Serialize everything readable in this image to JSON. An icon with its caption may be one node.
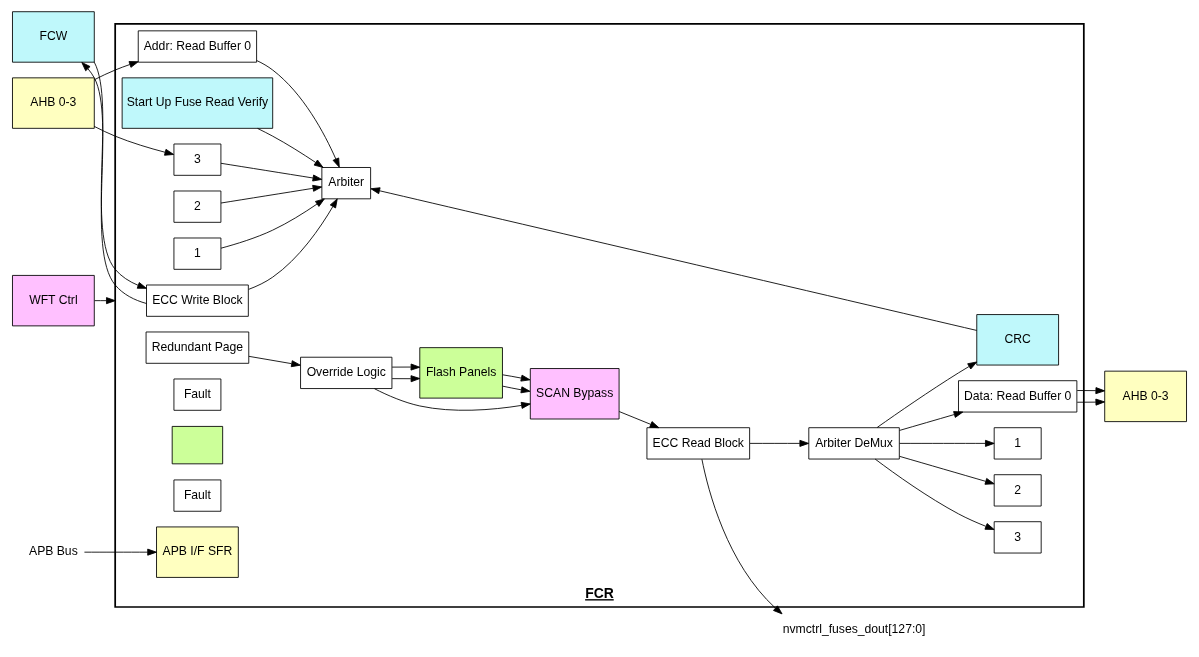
{
  "diagram": {
    "nodes": [
      {
        "text": [
          "FCR"
        ]
      },
      {
        "text": [
          "FCW"
        ]
      },
      {
        "text": [
          "ECC Write Block"
        ],
        "in": 0
      },
      {
        "text": [
          "Start Up Fuse Read Verify"
        ],
        "in": 0
      },
      {
        "text": [
          "AHB 0-3"
        ]
      },
      {
        "text": [
          "3"
        ],
        "in": 0
      },
      {
        "text": [
          "2"
        ],
        "in": 0
      },
      {
        "text": [
          "1"
        ],
        "in": 0
      },
      {
        "text": [
          "Addr: Read Buffer 0"
        ],
        "in": 0
      },
      {
        "text": [
          "Arbiter"
        ],
        "in": 0
      },
      {
        "text": [
          "Redundant Page"
        ],
        "in": 0
      },
      {
        "text": [
          "Fault"
        ],
        "in": 0
      },
      {
        "text": [
          "Override Logic"
        ],
        "in": 0
      },
      {
        "text": [
          "Flash Panels"
        ],
        "in": 0
      },
      {
        "text": [],
        "shape": "box",
        "in": 0
      },
      {
        "text": [
          "SCAN Bypass"
        ],
        "in": 0
      },
      {
        "text": [
          "ECC Read Block"
        ],
        "in": 0
      },
      {
        "text": [
          "Fault"
        ],
        "in": 0
      },
      {
        "text": [
          "Arbiter DeMux"
        ],
        "in": 0
      },
      {
        "text": [
          "3"
        ],
        "in": 0
      },
      {
        "text": [
          "2"
        ],
        "in": 0
      },
      {
        "text": [
          "1"
        ],
        "in": 0
      },
      {
        "text": [
          "Data: Read Buffer 0"
        ],
        "in": 0
      },
      {
        "text": [
          "CRC"
        ],
        "in": 0
      },
      {
        "text": [
          "WFT Ctrl"
        ]
      },
      {
        "text": [
          "APB Bus"
        ]
      },
      {
        "text": [
          "APB I/F SFR"
        ],
        "in": 0
      },
      {
        "text": [
          "AHB 0-3"
        ]
      },
      {
        "text": [
          "nvmctrl_fuses_dout[127:0]"
        ]
      }
    ],
    "edges": [
      {
        "from": 1,
        "to": 2,
        "arrow": "to"
      },
      {
        "from": 2,
        "to": 1,
        "arrow": "to"
      },
      {
        "from": 4,
        "to": 5,
        "arrow": "to"
      },
      {
        "from": 4,
        "to": 8,
        "arrow": "to"
      },
      {
        "from": 3,
        "to": 9,
        "arrow": "to"
      },
      {
        "from": 2,
        "to": 9,
        "arrow": "to"
      },
      {
        "from": 5,
        "to": 9,
        "arrow": "to"
      },
      {
        "from": 6,
        "to": 9,
        "arrow": "to"
      },
      {
        "from": 7,
        "to": 9,
        "arrow": "to"
      },
      {
        "from": 8,
        "to": 9,
        "arrow": "to"
      },
      {
        "from": 10,
        "to": 12,
        "arrow": "to"
      },
      {
        "from": 12,
        "to": 13,
        "arrow": "to"
      },
      {
        "from": 12,
        "to": 13,
        "arrow": "to"
      },
      {
        "from": 12,
        "to": 15,
        "arrow": "to"
      },
      {
        "from": 13,
        "to": 15,
        "arrow": "to"
      },
      {
        "from": 13,
        "to": 15,
        "arrow": "to"
      },
      {
        "from": 15,
        "to": 16,
        "arrow": "to"
      },
      {
        "from": 16,
        "to": 28,
        "arrow": "to"
      },
      {
        "from": 16,
        "to": 18,
        "arrow": "to"
      },
      {
        "from": 18,
        "to": 19,
        "arrow": "to"
      },
      {
        "from": 18,
        "to": 20,
        "arrow": "to"
      },
      {
        "from": 18,
        "to": 21,
        "arrow": "to"
      },
      {
        "from": 18,
        "to": 22,
        "arrow": "to"
      },
      {
        "from": 18,
        "to": 23,
        "arrow": "to"
      },
      {
        "from": 23,
        "to": 9,
        "arrow": "to"
      },
      {
        "from": 24,
        "to": 0,
        "arrow": "to"
      },
      {
        "from": 25,
        "to": 26,
        "arrow": "to"
      },
      {
        "from": 22,
        "to": 27,
        "arrow": "to"
      },
      {
        "from": 22,
        "to": 27,
        "arrow": "to"
      }
    ]
  }
}
